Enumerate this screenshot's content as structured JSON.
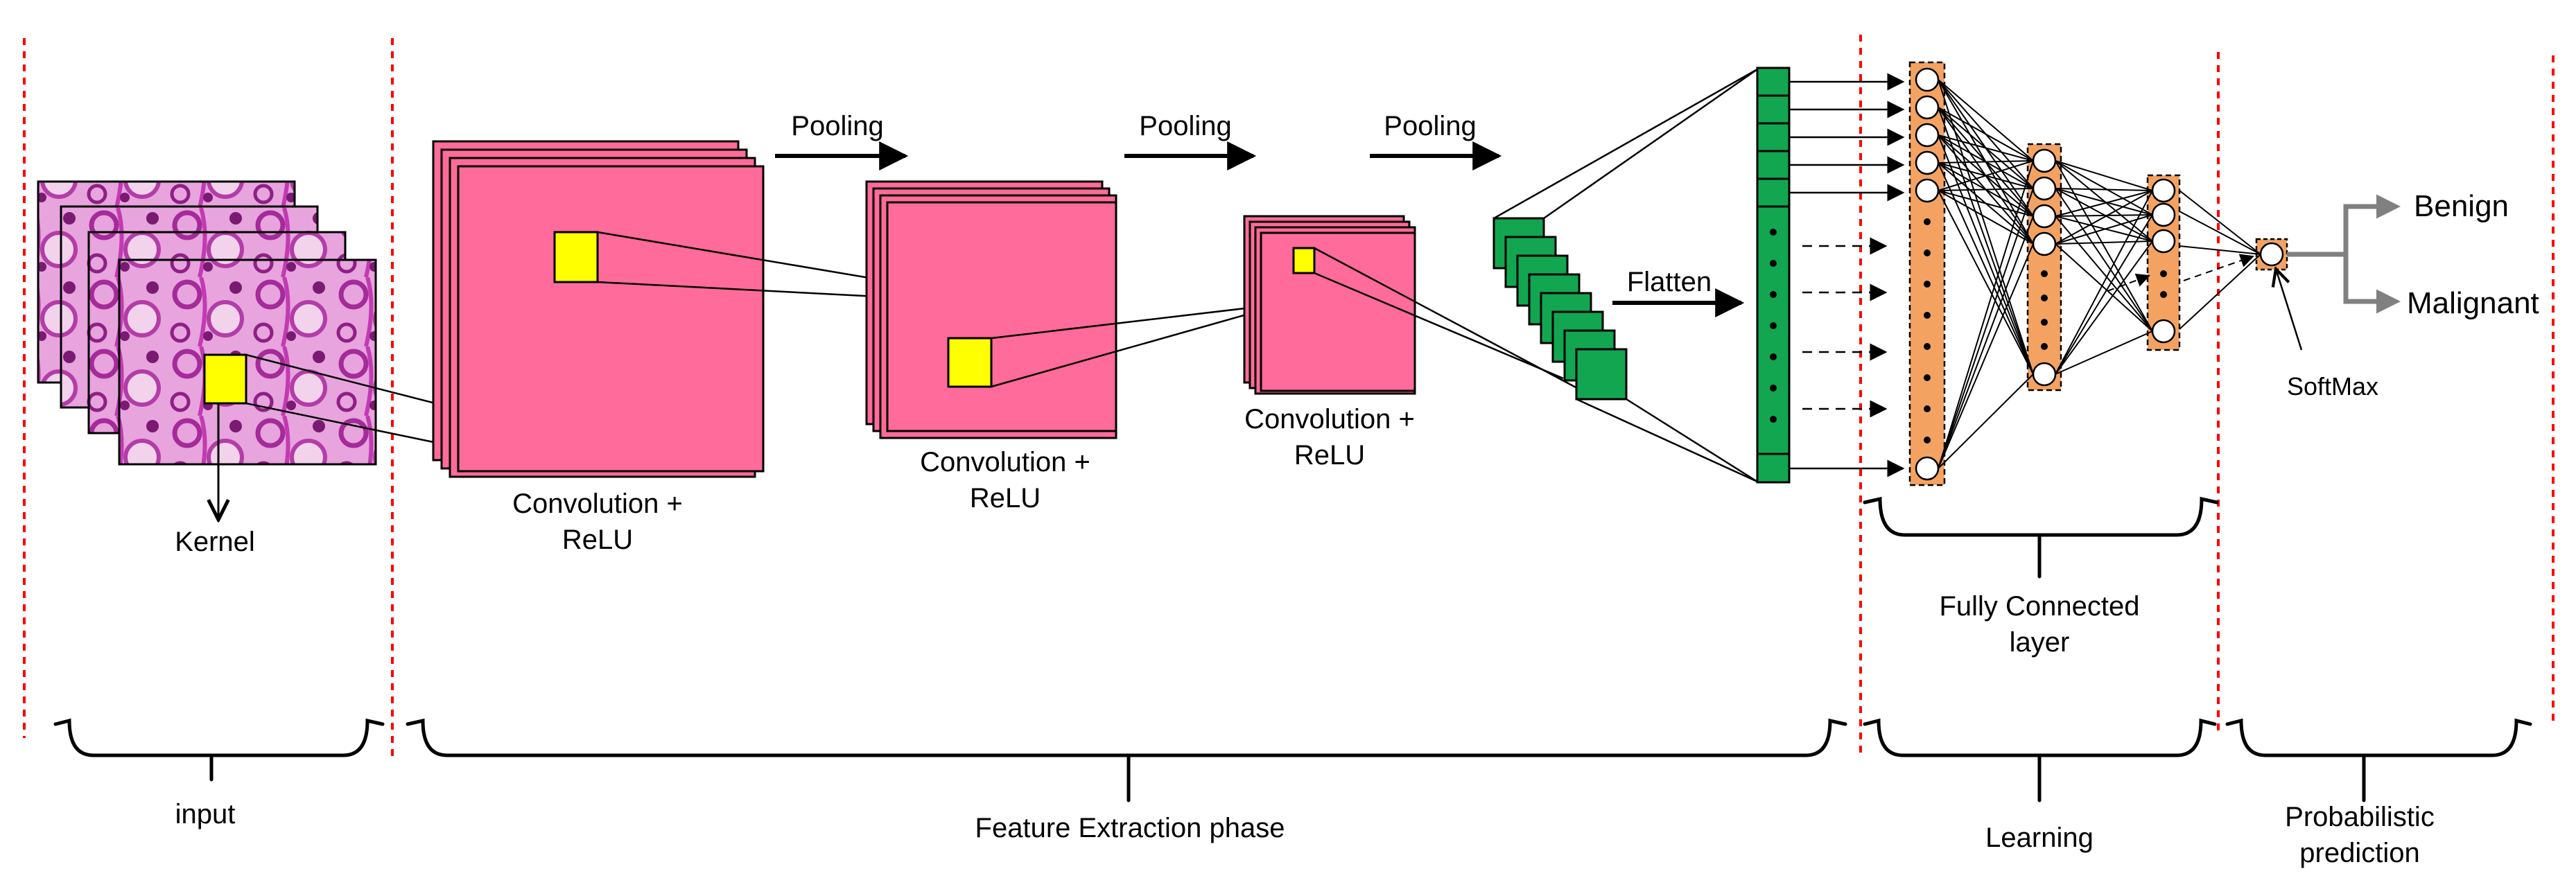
{
  "labels": {
    "kernel": "Kernel",
    "conv1": [
      "Convolution +",
      "ReLU"
    ],
    "conv2": [
      "Convolution +",
      "ReLU"
    ],
    "conv3": [
      "Convolution +",
      "ReLU"
    ],
    "pooling1": "Pooling",
    "pooling2": "Pooling",
    "pooling3": "Pooling",
    "flatten": "Flatten",
    "softmax": "SoftMax",
    "benign": "Benign",
    "malignant": "Malignant",
    "fully_connected": [
      "Fully Connected",
      "layer"
    ]
  },
  "phases": {
    "input": "input",
    "feature_extraction": "Feature Extraction phase",
    "learning": "Learning",
    "prediction": [
      "Probabilistic",
      "prediction"
    ]
  },
  "colors": {
    "feature_map": "#ff6b9a",
    "kernel": "#ffff00",
    "flatten": "#12a650",
    "dense": "#f4a262",
    "divider": "#ff0000",
    "tissue": "#c23ab2"
  }
}
